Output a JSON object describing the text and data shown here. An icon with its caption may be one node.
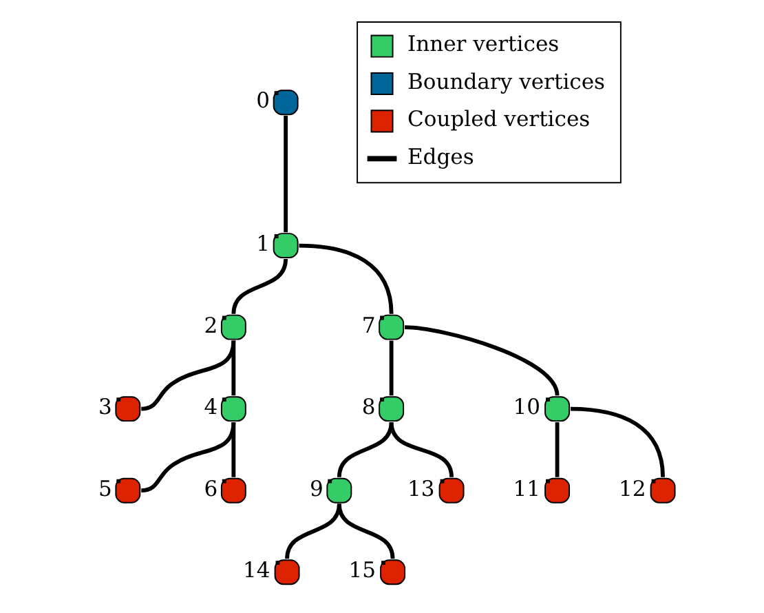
{
  "diagram": {
    "nodes": [
      {
        "text": [],
        "shape": "circle",
        "beside": [
          "0"
        ]
      },
      {
        "text": [],
        "shape": "circle",
        "beside": [
          "1"
        ]
      },
      {
        "text": [],
        "shape": "circle",
        "beside": [
          "2"
        ]
      },
      {
        "text": [],
        "shape": "circle",
        "beside": [
          "3"
        ]
      },
      {
        "text": [],
        "shape": "circle",
        "beside": [
          "4"
        ]
      },
      {
        "text": [],
        "shape": "circle",
        "beside": [
          "5"
        ]
      },
      {
        "text": [],
        "shape": "circle",
        "beside": [
          "6"
        ]
      },
      {
        "text": [],
        "shape": "circle",
        "beside": [
          "7"
        ]
      },
      {
        "text": [],
        "shape": "circle",
        "beside": [
          "8"
        ]
      },
      {
        "text": [],
        "shape": "circle",
        "beside": [
          "9"
        ]
      },
      {
        "text": [],
        "shape": "circle",
        "beside": [
          "10"
        ]
      },
      {
        "text": [],
        "shape": "circle",
        "beside": [
          "11"
        ]
      },
      {
        "text": [],
        "shape": "circle",
        "beside": [
          "12"
        ]
      },
      {
        "text": [],
        "shape": "circle",
        "beside": [
          "13"
        ]
      },
      {
        "text": [],
        "shape": "circle",
        "beside": [
          "14"
        ]
      },
      {
        "text": [],
        "shape": "circle",
        "beside": [
          "15"
        ]
      }
    ],
    "edges": [
      {
        "from": 0,
        "to": 1,
        "arrow": "none"
      },
      {
        "from": 1,
        "to": 2,
        "arrow": "none"
      },
      {
        "from": 1,
        "to": 7,
        "arrow": "none"
      },
      {
        "from": 2,
        "to": 4,
        "arrow": "none"
      },
      {
        "from": 2,
        "to": 3,
        "arrow": "none"
      },
      {
        "from": 4,
        "to": 6,
        "arrow": "none"
      },
      {
        "from": 4,
        "to": 5,
        "arrow": "none"
      },
      {
        "from": 7,
        "to": 10,
        "arrow": "none"
      },
      {
        "from": 7,
        "to": 8,
        "arrow": "none"
      },
      {
        "from": 10,
        "to": 11,
        "arrow": "none"
      },
      {
        "from": 10,
        "to": 12,
        "arrow": "none"
      },
      {
        "from": 8,
        "to": 13,
        "arrow": "none"
      },
      {
        "from": 8,
        "to": 9,
        "arrow": "none"
      },
      {
        "from": 9,
        "to": 14,
        "arrow": "none"
      },
      {
        "from": 9,
        "to": 15,
        "arrow": "none"
      }
    ],
    "legend": [
      {
        "text": "Inner vertices",
        "color": "#33cc66"
      },
      {
        "text": "Boundary vertices",
        "color": "#006699"
      },
      {
        "text": "Coupled vertices",
        "color": "#dd2200"
      },
      {
        "text": "Edges"
      }
    ]
  }
}
